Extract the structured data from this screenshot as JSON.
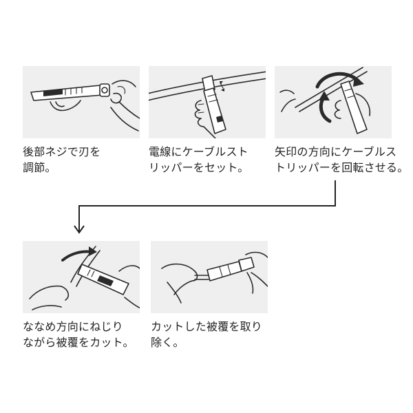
{
  "steps": [
    {
      "id": 1,
      "illustration": "adjust-blade-screw",
      "caption": [
        "後部ネジで刃を",
        "調節。"
      ]
    },
    {
      "id": 2,
      "illustration": "set-stripper-on-wire",
      "caption": [
        "電線にケーブルスト",
        "リッパーをセット。"
      ]
    },
    {
      "id": 3,
      "illustration": "rotate-stripper",
      "caption": [
        "矢印の方向にケーブルス",
        "トリッパーを回転させる。"
      ]
    },
    {
      "id": 4,
      "illustration": "diagonal-twist-cut",
      "caption": [
        "ななめ方向にねじり",
        "ながら被覆をカット。"
      ]
    },
    {
      "id": 5,
      "illustration": "remove-insulation",
      "caption": [
        "カットした被覆を取り",
        "除く。"
      ]
    }
  ],
  "colors": {
    "panel": "#efefef",
    "line": "#2a2a2a",
    "text": "#222222"
  }
}
